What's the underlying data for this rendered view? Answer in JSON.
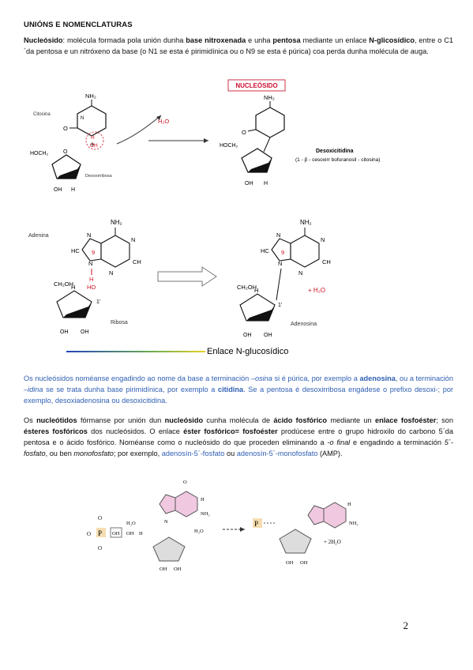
{
  "heading": "UNIÓNS E NOMENCLATURAS",
  "para1": {
    "t1": "Nucleósido",
    "t2": ": molécula formada pola unión  dunha ",
    "t3": "base nitroxenada",
    "t4": " e unha ",
    "t5": "pentosa",
    "t6": " mediante un enlace ",
    "t7": "N-glicosídico",
    "t8": ", entre o C1´da pentosa e un nitróxeno da base (o N1 se esta é pirimidínica ou o N9 se esta é púrica) coa perda dunha molécula de auga."
  },
  "fig1": {
    "nucleoside_label": "NUCLEÓSIDO",
    "citosina": "Citosina",
    "desoxirribosa": "Desoxirribosa",
    "water": "H₂O",
    "product_name": "Desoxicitidina",
    "product_iupac": "(1 - β - cesoxirr bofuranosil - citosina)",
    "nh2": "NH₂",
    "hoch2": "HOCH₂",
    "oh": "OH",
    "h": "H",
    "o": "O",
    "n": "N"
  },
  "fig2": {
    "adenina": "Adenina",
    "ribosa": "Ribosa",
    "adenosina": "Adenosina",
    "water": "+ H₂O",
    "caption": "Enlace N-glucosídico",
    "nh2": "NH₂",
    "ch2oh": "CH₂OH",
    "ho": "HO",
    "oh": "OH",
    "h": "H",
    "hc": "HC",
    "ch": "CH",
    "n": "N",
    "nine": "9",
    "one_prime": "1'"
  },
  "para2": {
    "t1": "Os nucleósidos noméanse engadindo ao nome da base a terminación ",
    "t2": "–osina",
    "t3": " si é púrica, por exemplo a ",
    "t4": "adenosina",
    "t5": ", ou a terminación ",
    "t6": "–idina",
    "t7": " se se trata dunha base pirimidínica, por exemplo a ",
    "t8": "citidina",
    "t9": ". Se a pentosa é desoxirribosa engádese o prefixo desoxi-; por exemplo, desoxiadenosina ou desoxicitidina."
  },
  "para3": {
    "t1": "Os ",
    "t2": "nucleótidos",
    "t3": " fórmanse por unión dun ",
    "t4": "nucleósido",
    "t5": " cunha molécula de ",
    "t6": "ácido fosfórico",
    "t7": " mediante un ",
    "t8": "enlace fosfoéster",
    "t9": "; son ",
    "t10": "ésteres fosfóricos",
    "t11": " dos nucleósidos.  O enlace ",
    "t12": "éster fosfórico= fosfoéster",
    "t13": " prodúcese entre o grupo hidroxilo do carbono 5´da pentosa e o ácido fosfórico. Noméanse como o nucleósido do que proceden eliminando a ",
    "t14": "-o final",
    "t15": " e engadindo a terminación ",
    "t16": "5´-fosfato",
    "t17": ", ou ben ",
    "t18": "monofosfato",
    "t19": "; por exemplo, ",
    "t20": "adenosín-5´-fosfato",
    "t21": " ou ",
    "t22": "adenosín-5´-monofosfato",
    "t23": " (AMP)."
  },
  "fig3": {
    "p": "P",
    "o": "O",
    "oh": "OH",
    "h": "H",
    "n": "N",
    "nh2": "NH₂",
    "h2o": "H₂O",
    "plus_h2o": "+  2H₂O",
    "arrow_label": "H₂O"
  },
  "page_number": "2"
}
